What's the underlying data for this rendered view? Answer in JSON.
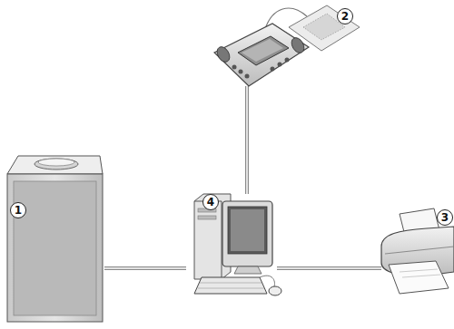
{
  "diagram": {
    "nodes": [
      {
        "text": [
          "1"
        ]
      },
      {
        "text": [
          "2"
        ]
      },
      {
        "text": [
          "3"
        ]
      },
      {
        "text": [
          "4"
        ]
      }
    ],
    "edges": [
      {
        "from": 0,
        "to": 3,
        "arrow": "none"
      },
      {
        "from": 1,
        "to": 3,
        "arrow": "none"
      },
      {
        "from": 3,
        "to": 2,
        "arrow": "none"
      }
    ]
  }
}
